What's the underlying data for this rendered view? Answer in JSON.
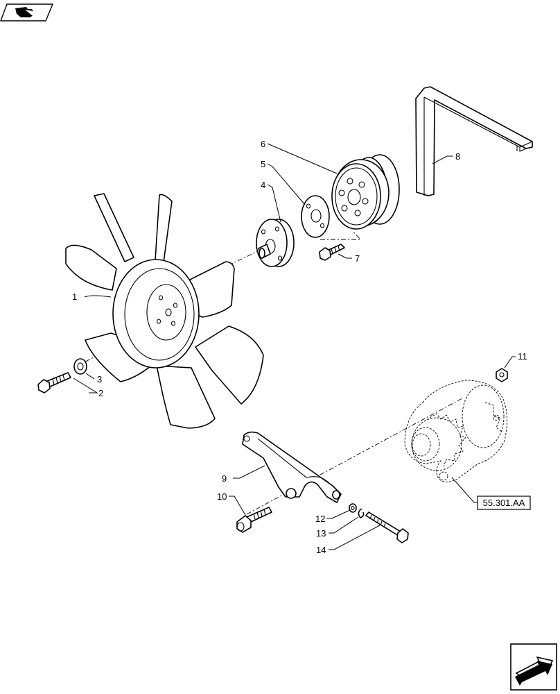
{
  "parts": {
    "fan": {
      "callout": "1"
    },
    "fan_bolt": {
      "callout": "2"
    },
    "fan_washer": {
      "callout": "3"
    },
    "hub": {
      "callout": "4"
    },
    "spacer": {
      "callout": "5"
    },
    "pulley": {
      "callout": "6"
    },
    "pulley_bolt": {
      "callout": "7"
    },
    "belt": {
      "callout": "8"
    },
    "bracket": {
      "callout": "9"
    },
    "bracket_bolt": {
      "callout": "10"
    },
    "alternator_nut": {
      "callout": "11"
    },
    "washer": {
      "callout": "12"
    },
    "lock_washer": {
      "callout": "13"
    },
    "long_bolt": {
      "callout": "14"
    }
  },
  "alternator_ref": {
    "label": "55.301.AA"
  },
  "icons": {
    "top_left": "book-arrow-icon",
    "bottom_right": "next-page-arrow-icon"
  }
}
